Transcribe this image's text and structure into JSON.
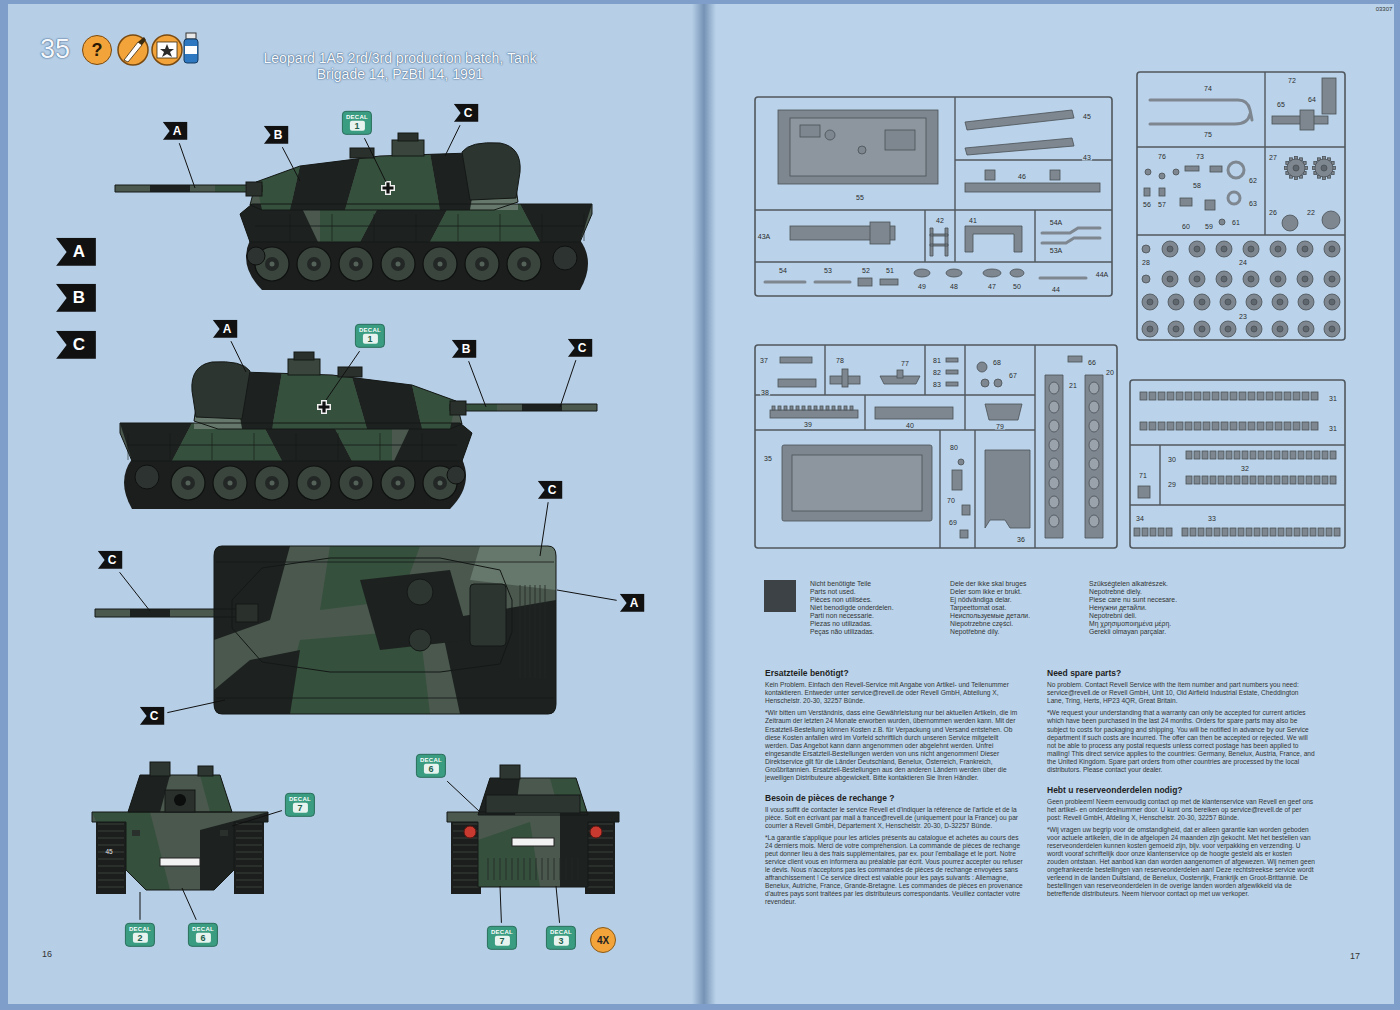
{
  "diagram": {
    "title": "Leopard 1A5 2rd/3rd production batch, Tank Brigade 14, PzBtl 14, 1991",
    "nodes": [
      {
        "text": [
          "?"
        ]
      },
      {
        "text": [
          "A"
        ]
      },
      {
        "text": [
          "B"
        ]
      },
      {
        "text": [
          "DECAL",
          "1"
        ]
      },
      {
        "text": [
          "C"
        ]
      },
      {
        "text": [
          "A"
        ]
      },
      {
        "text": [
          "B"
        ]
      },
      {
        "text": [
          "C"
        ]
      },
      {
        "text": [
          "A"
        ]
      },
      {
        "text": [
          "DECAL",
          "1"
        ]
      },
      {
        "text": [
          "B"
        ]
      },
      {
        "text": [
          "C"
        ]
      },
      {
        "text": [
          "C"
        ]
      },
      {
        "text": [
          "C"
        ]
      },
      {
        "text": [
          "A"
        ]
      },
      {
        "text": [
          "C"
        ]
      },
      {
        "text": [
          "DECAL",
          "6"
        ]
      },
      {
        "text": [
          "DECAL",
          "7"
        ]
      },
      {
        "text": [
          "DECAL",
          "2"
        ]
      },
      {
        "text": [
          "DECAL",
          "6"
        ]
      },
      {
        "text": [
          "DECAL",
          "7"
        ]
      },
      {
        "text": [
          "DECAL",
          "3"
        ]
      },
      {
        "text": [
          "4X"
        ]
      }
    ],
    "labels": [
      "35",
      "03307",
      "16",
      "17",
      "45",
      "55",
      "45",
      "43",
      "46",
      "43A",
      "42",
      "41",
      "54A",
      "53A",
      "44A",
      "54",
      "53",
      "52",
      "51",
      "49",
      "48",
      "47",
      "50",
      "44",
      "74",
      "75",
      "72",
      "64",
      "65",
      "76",
      "73",
      "58",
      "62",
      "56",
      "57",
      "60",
      "59",
      "63",
      "61",
      "27",
      "26",
      "22",
      "28",
      "24",
      "23",
      "37",
      "38",
      "78",
      "77",
      "81",
      "82",
      "83",
      "68",
      "67",
      "66",
      "21",
      "20",
      "39",
      "40",
      "79",
      "80",
      "70",
      "69",
      "35",
      "36",
      "31",
      "31",
      "71",
      "30",
      "29",
      "32",
      "34",
      "33",
      "Parts not used.",
      "Pièces non utilisées.",
      "Niet benodigde onderdelen.",
      "Parti non necessarie.",
      "Piezas no utilizadas.",
      "Peças não utilizadas.",
      "Dele der ikke skal bruges",
      "Deler som ikke er brukt.",
      "Ej nödvändiga delar.",
      "Tarpeettomat osat.",
      "Неиспользуемые детали.",
      "Niepotrzebne części.",
      "Nepotřebné díly.",
      "Szükségtelen alkatrészek.",
      "Nepotrebné diely.",
      "Piese care nu sunt necesare.",
      "Ненужни детайли.",
      "Nepotrebni deli.",
      "Μη χρησιμοποιημένα μέρη.",
      "Gerekli olmayan parçalar.",
      "Ersatzteile benötigt?",
      "Kein Problem. Einfach den Revell-Service mit Angabe von Artikel- und Teilenummer kontaktieren. Entweder unter service@revell.de oder Revell GmbH, Abteilung X, Henschelstr. 20-30, 32257 Bünde.",
      "*Wir bitten um Verständnis, dass eine Gewährleistung nur bei aktuellen Artikeln, die im Zeitraum der letzten 24 Monate erworben wurden, übernommen werden kann. Mit der Ersatzteil-Bestellung können Kosten z.B. für Verpackung und Versand entstehen. Ob diese Kosten anfallen wird im Vorfeld schriftlich durch unseren Service mitgeteilt werden. Das Angebot kann dann angenommen oder abgelehnt werden. Unfrei eingesandte Ersatzteil-Bestellungen werden von uns nicht angenommen! Dieser Direktservice gilt für die Länder Deutschland, Benelux, Österreich, Frankreich, Großbritannien. Ersatzteil-Bestellungen aus den anderen Ländern werden über die jeweiligen Distributeure abgewickelt. Bitte kontaktieren Sie Ihren Händler.",
      "Besoin de pièces de rechange ?",
      "Il vous suffit de contacter le service Revell et d'indiquer la référence de l'article et de la pièce. Soit en écrivant par mail à france@revell.de (uniquement pour la France) ou par courrier à Revell GmbH, Département X, Henschelstr. 20-30, D-32257 Bünde.",
      "*La garantie s'applique pour les articles présents au catalogue et achetés au cours des 24 derniers mois. Merci de votre compréhension. La commande de pièces de rechange peut donner lieu à des frais supplémentaires, par ex. pour l'emballage et le port. Notre service client vous en informera au préalable par écrit. Vous pourrez accepter ou refuser le devis. Nous n'acceptons pas les commandes de pièces de rechange envoyées sans affranchissement ! Ce service direct est valable pour les pays suivants : Allemagne, Benelux, Autriche, France, Grande-Bretagne. Les commandes de pièces en provenance d'autres pays sont traitées par les distributeurs correspondants. Veuillez contacter votre revendeur.",
      "Need spare parts?",
      "No problem. Contact Revell Service with the item number and part numbers you need: service@revell.de or Revell GmbH, Unit 10, Old Airfield Industrial Estate, Cheddington Lane, Tring, Herts, HP23 4QR, Great Britain.",
      "*We request your understanding that a warranty can only be accepted for current articles which have been purchased in the last 24 months. Orders for spare parts may also be subject to costs for packaging and shipping. You will be notified in advance by our Service department if such costs are incurred. The offer can then be accepted or rejected. We will not be able to process any postal requests unless correct postage has been applied to mailing! This direct service applies to the countries: Germany, Benelux, Austria, France, and the United Kingdom. Spare part orders from other countries are processed by the local distributors. Please contact your dealer.",
      "Hebt u reserveonderdelen nodig?",
      "Geen probleem! Neem eenvoudig contact op met de klantenservice van Revell en geef ons het artikel- en onderdeelnummer door. U kunt ons bereiken op service@revell.de of per post: Revell GmbH, Afdeling X, Henschelstr. 20-30, 32257 Bünde.",
      "*Wij vragen uw begrip voor de omstandigheid, dat er alleen garantie kan worden geboden voor actuele artikelen, die in de afgelopen 24 maanden zijn gekocht. Met het bestellen van reserveonderdelen kunnen kosten gemoeid zijn, bijv. voor verpakking en verzending. U wordt vooraf schriftelijk door onze klantenservice op de hoogte gesteld als er kosten zouden ontstaan. Het aanbod kan dan worden aangenomen of afgewezen. Wij nemen geen ongefrankeerde bestellingen van reserveonderdelen aan! Deze rechtstreekse service wordt verleend in de landen Duitsland, de Benelux, Oostenrijk, Frankrijk en Groot-Brittannië. De bestellingen van reserveonderdelen in de overige landen worden afgewikkeld via de betreffende distributeurs. Neem hiervoor contact op met uw verkoper."
    ],
    "legend": [
      {
        "text": "Nicht benötigte Teile",
        "color": "#3d4247"
      }
    ]
  }
}
